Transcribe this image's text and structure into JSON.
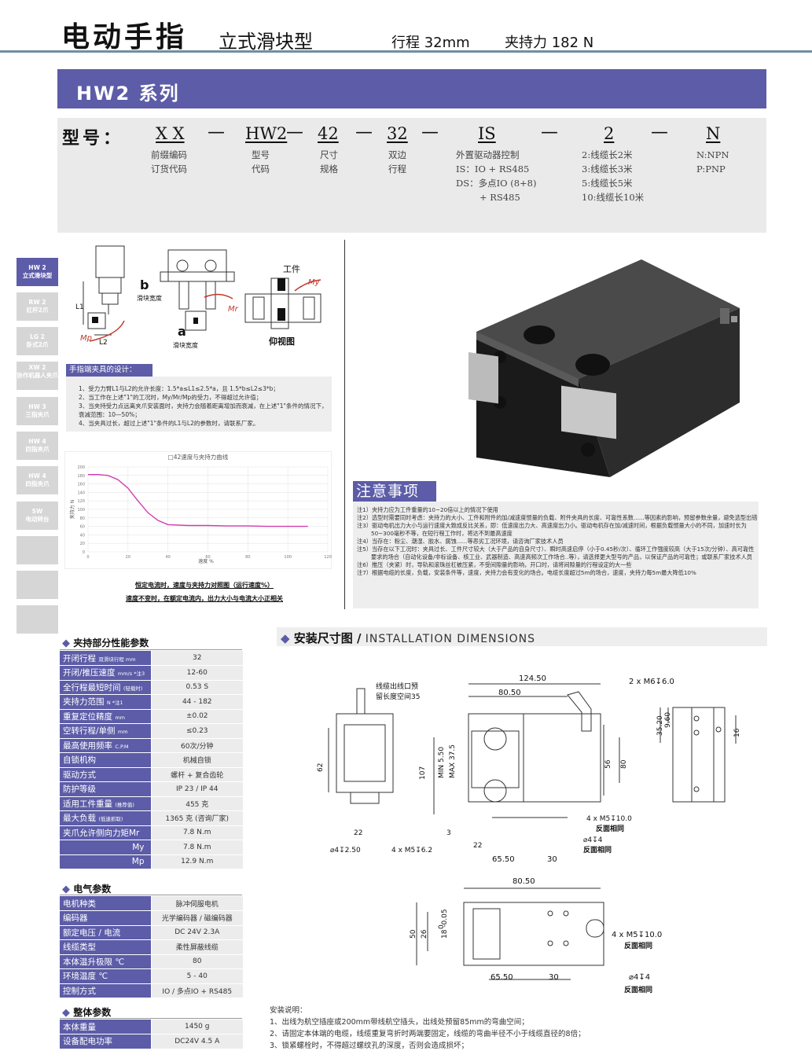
{
  "header": {
    "title": "电动手指",
    "subtitle": "立式滑块型",
    "stroke": "行程 32mm",
    "force": "夹持力 182 N"
  },
  "series": "HW2 系列",
  "model": {
    "label": "型号：",
    "codes": [
      "X X",
      "HW2",
      "42",
      "32",
      "IS",
      "2",
      "N"
    ],
    "dash": "—",
    "desc": {
      "prefix": [
        "前缀编码",
        "订货代码"
      ],
      "type": [
        "型号",
        "代码"
      ],
      "size": [
        "尺寸",
        "规格"
      ],
      "stroke": [
        "双边",
        "行程"
      ],
      "driver": [
        "外置驱动器控制",
        "IS：IO + RS485",
        "DS：多点IO (8+8)",
        "+ RS485"
      ],
      "cable": [
        "2:线缆长2米",
        "3:线缆长3米",
        "5:线缆长5米",
        "10:线缆长10米"
      ],
      "signal": [
        "N:NPN",
        "P:PNP"
      ]
    }
  },
  "side_tabs": [
    {
      "l1": "HW 2",
      "l2": "立式滑块型"
    },
    {
      "l1": "RW 2",
      "l2": "杠杆2爪"
    },
    {
      "l1": "LG 2",
      "l2": "卧式2爪"
    },
    {
      "l1": "XW 2",
      "l2": "协作机器人夹爪"
    },
    {
      "l1": "HW 3",
      "l2": "三指夹爪"
    },
    {
      "l1": "HW 4",
      "l2": "四指夹爪"
    },
    {
      "l1": "HW 4",
      "l2": "四指夹爪"
    },
    {
      "l1": "SW",
      "l2": "电动转台"
    }
  ],
  "diagram": {
    "b": "b",
    "a": "a",
    "slide_width": "滑块宽度",
    "slide_width2": "滑块宽度",
    "l1": "L1",
    "l2": "L2",
    "mp": "Mp",
    "mr": "Mr",
    "my": "My",
    "work": "工件",
    "bottom_view": "仰视图"
  },
  "design": {
    "title": "手指端夹具的设计：",
    "notes": [
      "1、受力力臂L1与L2的允许长度：1.5*a≤L1≤2.5*a，且 1.5*b≤L2≤3*b；",
      "2、当工作在上述\"1\"的工况时，My/Mr/Mp的受力，不得超过允许值；",
      "3、当夹持受力点远离夹爪安装面时，夹持力会随着距离增加而衰减，在上述\"1\"条件的情况下，衰减范围：10—50%；",
      "4、当夹具过长，超过上述\"1\"条件的L1与L2的参数时，请联系厂家。"
    ]
  },
  "chart_data": {
    "type": "line",
    "title": "□42速度与夹持力曲线",
    "xlabel": "速度 %",
    "ylabel": "夹持力 N",
    "xlim": [
      0,
      120
    ],
    "ylim": [
      0,
      200
    ],
    "xticks": [
      "0",
      "20",
      "40",
      "60",
      "80",
      "100",
      "120"
    ],
    "yticks": [
      "0",
      "20",
      "40",
      "60",
      "80",
      "100",
      "120",
      "140",
      "160",
      "180",
      "200"
    ],
    "x": [
      0,
      5,
      10,
      15,
      20,
      25,
      30,
      35,
      40,
      50,
      60,
      70,
      80,
      90,
      100,
      110
    ],
    "y": [
      182,
      182,
      180,
      170,
      150,
      120,
      92,
      74,
      64,
      62,
      62,
      61,
      61,
      60,
      60,
      60
    ],
    "captions": [
      "恒定电流时，速度与夹持力对照图（运行速度%）",
      "速度不变时，在额定电流内，出力大小与电流大小正相关"
    ]
  },
  "notice": {
    "title": "注意事项",
    "items": [
      "注1）夹持力应为工件重量的10~20倍以上的情况下使用",
      "注2）选型时需要同时考虑：夹持力的大小、工件和附件的加/减速度惯量的负载、附件夹具的长度、可靠性系数......等因素的影响，预留参数余量，避免选型出错",
      "注3）驱动电机出力大小与运行速度大致成反比关系，即：低速度出力大、高速度出力小。驱动电机存在加/减速时间，根据负载惯量大小的不同，加速时长为50~300毫秒不等，在短行程工作时，将达不到最高速度",
      "注4）当存在：粉尘、潮湿、胶水、腐蚀......等恶劣工况环境，请咨询厂家技术人员",
      "注5）当存在以下工况时：夹具过长、工件尺寸较大（大于产品的自身尺寸）、瞬时高速启停（小于0.45秒/次）、循环工作强度较高（大于15次/分钟）、高可靠性要求的场合（自动化设备/非标设备、核工业、武器制造、高速高频次工作场合..等），请选择更大型号的产品，以保证产品的可靠性；或联系厂家技术人员",
      "注6）推压（夹紧）时，导轨和滚珠丝杠被压紧，不受间隙量的影响，开口时，请将间隙量的行程设定的大一些",
      "注7）根据电缆的长度，负载，安装条件等，速度，夹持力会有变化的场合。电缆长度超过5m的场合，速度，夹持力每5m最大降低10%"
    ]
  },
  "perf": {
    "title": "夹持部分性能参数",
    "rows": [
      {
        "k": "开闭行程",
        "s": "双滑块行程 mm",
        "v": "32"
      },
      {
        "k": "开闭/推压速度",
        "s": "mm/s *注3",
        "v": "12-60"
      },
      {
        "k": "全行程最短时间",
        "s": "(轻载时)",
        "v": "0.53 S"
      },
      {
        "k": "夹持力范围",
        "s": "N *注1",
        "v": "44 - 182"
      },
      {
        "k": "重复定位精度",
        "s": "mm",
        "v": "±0.02"
      },
      {
        "k": "空转行程/单侧",
        "s": "mm",
        "v": "≤0.23"
      },
      {
        "k": "最高使用频率",
        "s": "C.P.M",
        "v": "60次/分钟"
      },
      {
        "k": "自锁机构",
        "s": "",
        "v": "机械自锁"
      },
      {
        "k": "驱动方式",
        "s": "",
        "v": "螺杆 + 复合齿轮"
      },
      {
        "k": "防护等级",
        "s": "",
        "v": "IP 23 / IP 44"
      },
      {
        "k": "适用工件重量",
        "s": "(推荐值)",
        "v": "455 克"
      },
      {
        "k": "最大负载",
        "s": "(低速抓取)",
        "v": "1365 克 (咨询厂家)"
      },
      {
        "k": "夹爪允许侧向力矩Mr",
        "s": "",
        "v": "7.8 N.m"
      },
      {
        "k": "My",
        "s": "",
        "v": "7.8 N.m",
        "right": true
      },
      {
        "k": "Mp",
        "s": "",
        "v": "12.9 N.m",
        "right": true
      }
    ]
  },
  "elec": {
    "title": "电气参数",
    "rows": [
      {
        "k": "电机种类",
        "v": "脉冲伺服电机"
      },
      {
        "k": "编码器",
        "v": "光学编码器 / 磁编码器"
      },
      {
        "k": "额定电压 / 电流",
        "v": "DC 24V 2.3A"
      },
      {
        "k": "线缆类型",
        "v": "柔性屏蔽线缆"
      },
      {
        "k": "本体温升极限 ℃",
        "v": "80"
      },
      {
        "k": "环境温度 ℃",
        "v": "5 - 40"
      },
      {
        "k": "控制方式",
        "v": "IO / 多点IO + RS485"
      }
    ]
  },
  "overall": {
    "title": "整体参数",
    "rows": [
      {
        "k": "本体重量",
        "v": "1450 g"
      },
      {
        "k": "设备配电功率",
        "v": "DC24V 4.5 A"
      }
    ]
  },
  "install": {
    "title": "安装尺寸图 /",
    "title_en": "INSTALLATION DIMENSIONS",
    "dims": {
      "d124": "124.50",
      "d8050": "80.50",
      "cable": "线缆出线口预",
      "cable2": "留长度空间35",
      "d62": "62",
      "d107": "107",
      "min": "MIN 5.50",
      "max": "MAX 37.5",
      "d56": "56",
      "d80": "80",
      "d22": "22",
      "d3": "3",
      "d22b": "22",
      "d6550": "65.50",
      "d30": "30",
      "hole1": "4 x M5↧10.0",
      "same1": "反面相同",
      "pin1": "⌀4↧4",
      "same2": "反面相同",
      "pinl": "⌀4↧2.50",
      "m5l": "4 x M5↧6.2",
      "m6": "2 x M6↧6.0",
      "d3520": "35.20",
      "d960": "9.60",
      "d16": "16",
      "b8050": "80.50",
      "b50": "50",
      "b26": "26",
      "b18": "18 -0.05",
      "b0": "0",
      "bhole": "4 x M5↧10.0",
      "bsame": "反面相同",
      "b6550": "65.50",
      "b30": "30",
      "bpin": "⌀4↧4",
      "bsame2": "反面相同"
    },
    "notes_title": "安装说明：",
    "notes": [
      "1、出线为航空插座或200mm带线航空插头，出线处预留85mm的弯曲空间；",
      "2、请固定本体端的电缆，线缆重复弯折时两端要固定，线缆的弯曲半径不小于线缆直径的8倍；",
      "3、锁紧螺栓时，不得超过螺纹孔的深度，否则会造成损坏；"
    ]
  }
}
